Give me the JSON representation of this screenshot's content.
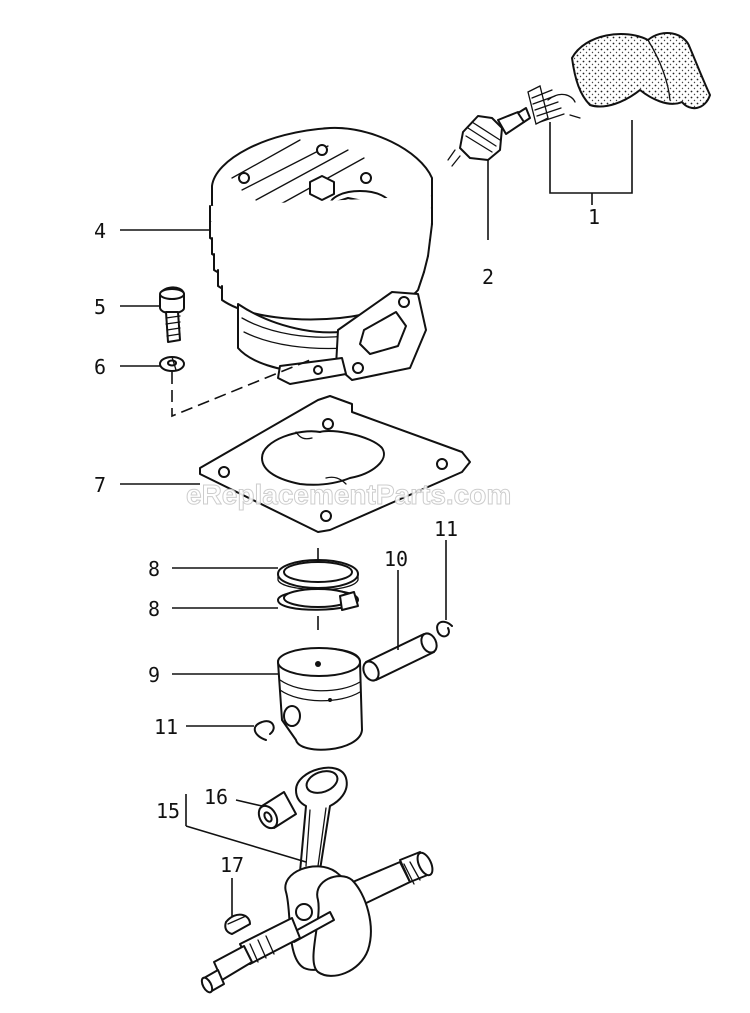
{
  "watermark": "eReplacementParts.com",
  "callouts": [
    {
      "id": "label-1",
      "text": "1"
    },
    {
      "id": "label-2",
      "text": "2"
    },
    {
      "id": "label-4",
      "text": "4"
    },
    {
      "id": "label-5",
      "text": "5"
    },
    {
      "id": "label-6",
      "text": "6"
    },
    {
      "id": "label-7",
      "text": "7"
    },
    {
      "id": "label-8a",
      "text": "8"
    },
    {
      "id": "label-8b",
      "text": "8"
    },
    {
      "id": "label-9",
      "text": "9"
    },
    {
      "id": "label-10",
      "text": "10"
    },
    {
      "id": "label-11a",
      "text": "11"
    },
    {
      "id": "label-11b",
      "text": "11"
    },
    {
      "id": "label-15",
      "text": "15"
    },
    {
      "id": "label-16",
      "text": "16"
    },
    {
      "id": "label-17",
      "text": "17"
    }
  ]
}
